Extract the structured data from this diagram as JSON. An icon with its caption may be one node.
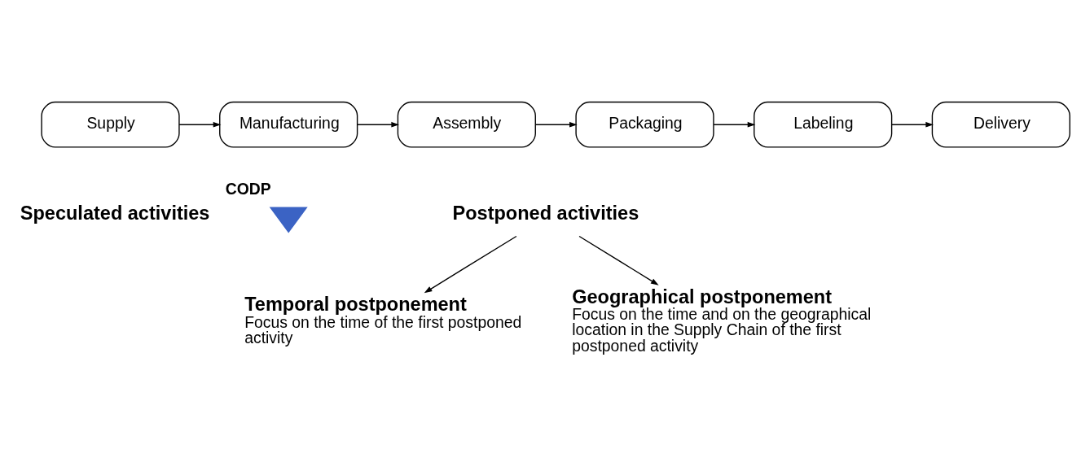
{
  "diagram": {
    "nodes": [
      {
        "text": [
          "Supply"
        ]
      },
      {
        "text": [
          "Manufacturing"
        ]
      },
      {
        "text": [
          "Assembly"
        ]
      },
      {
        "text": [
          "Packaging"
        ]
      },
      {
        "text": [
          "Labeling"
        ]
      },
      {
        "text": [
          "Delivery"
        ]
      },
      {
        "text": [
          "CODP"
        ]
      },
      {
        "text": [
          "Postponed activities"
        ]
      },
      {
        "text": [
          "Temporal postponement",
          "Focus on the time of the first postponed activity"
        ]
      },
      {
        "text": [
          "Geographical postponement",
          "Focus on the time and on the geographical location in the Supply Chain of the first postponed activity"
        ]
      }
    ],
    "edges": [
      {
        "from": 0,
        "to": 1,
        "arrow": "to"
      },
      {
        "from": 1,
        "to": 2,
        "arrow": "to"
      },
      {
        "from": 2,
        "to": 3,
        "arrow": "to"
      },
      {
        "from": 3,
        "to": 4,
        "arrow": "to"
      },
      {
        "from": 4,
        "to": 5,
        "arrow": "to"
      },
      {
        "from": 7,
        "to": 8,
        "arrow": "to"
      },
      {
        "from": 7,
        "to": 9,
        "arrow": "to"
      }
    ],
    "labels": [
      "Speculated activities"
    ]
  }
}
